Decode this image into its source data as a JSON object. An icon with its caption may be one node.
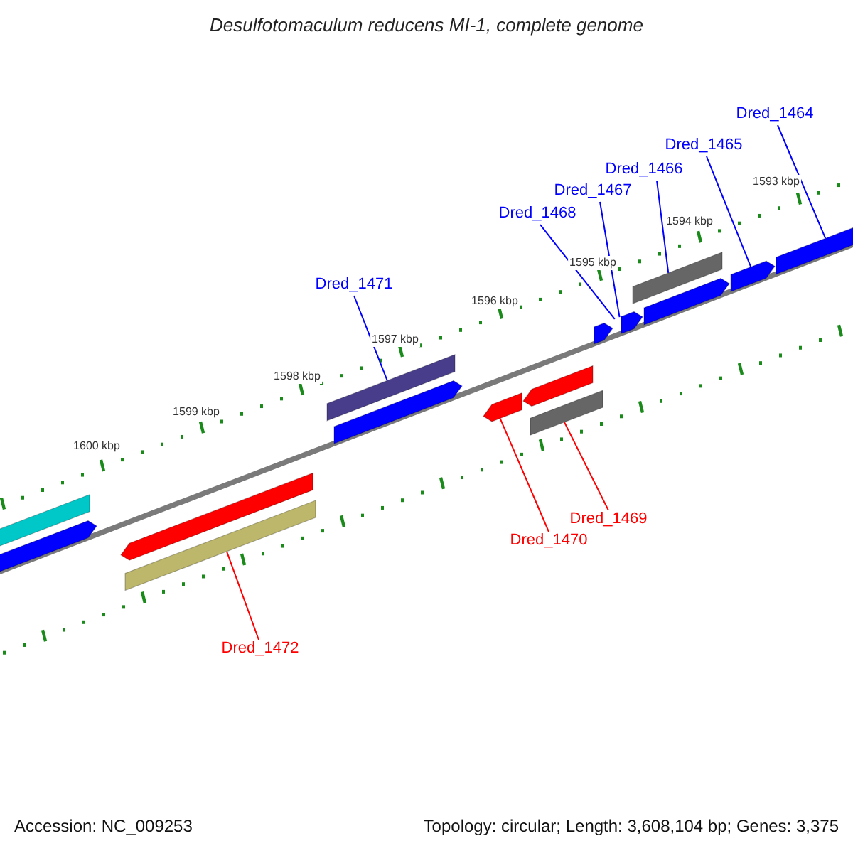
{
  "diagram": {
    "title": "Desulfotomaculum reducens MI-1, complete genome",
    "nodes": [
      {
        "text": [
          "Dred_1464"
        ]
      },
      {
        "text": [
          "Dred_1465"
        ]
      },
      {
        "text": [
          "Dred_1466"
        ]
      },
      {
        "text": [
          "Dred_1467"
        ]
      },
      {
        "text": [
          "Dred_1468"
        ]
      },
      {
        "text": [
          "Dred_1471"
        ]
      },
      {
        "text": [
          "Dred_1469"
        ]
      },
      {
        "text": [
          "Dred_1470"
        ]
      },
      {
        "text": [
          "Dred_1472"
        ]
      },
      {
        "text": [],
        "shape": "bar"
      },
      {
        "text": [],
        "shape": "pentagon"
      },
      {
        "text": [],
        "shape": "pentagon"
      },
      {
        "text": [],
        "shape": "bar"
      },
      {
        "text": [],
        "shape": "bar"
      },
      {
        "text": [],
        "shape": "pentagon"
      },
      {
        "text": [],
        "shape": "pentagon"
      },
      {
        "text": [],
        "shape": "pentagon"
      },
      {
        "text": [],
        "shape": "bar"
      },
      {
        "text": [],
        "shape": "pentagon"
      },
      {
        "text": [],
        "shape": "pentagon"
      },
      {
        "text": [],
        "shape": "bar"
      },
      {
        "text": [],
        "shape": "pentagon"
      },
      {
        "text": [],
        "shape": "pentagon"
      },
      {
        "text": [],
        "shape": "pentagon"
      }
    ],
    "edges": [
      {
        "from": 0,
        "to": 23,
        "arrow": "none"
      },
      {
        "from": 1,
        "to": 22,
        "arrow": "none"
      },
      {
        "from": 2,
        "to": 20,
        "arrow": "none"
      },
      {
        "from": 3,
        "to": 19,
        "arrow": "none"
      },
      {
        "from": 4,
        "to": 18,
        "arrow": "none"
      },
      {
        "from": 5,
        "to": 13,
        "arrow": "none"
      },
      {
        "from": 6,
        "to": 17,
        "arrow": "none",
        "color": "#ff0000"
      },
      {
        "from": 7,
        "to": 15,
        "arrow": "none",
        "color": "#ff0000"
      },
      {
        "from": 8,
        "to": 12,
        "arrow": "none",
        "color": "#ff0000"
      }
    ],
    "labels": [
      "1593 kbp",
      "1594 kbp",
      "1595 kbp",
      "1596 kbp",
      "1597 kbp",
      "1598 kbp",
      "1599 kbp",
      "1600 kbp",
      "Accession: NC_009253",
      "Topology: circular; Length: 3,608,104 bp; Genes: 3,375"
    ]
  }
}
